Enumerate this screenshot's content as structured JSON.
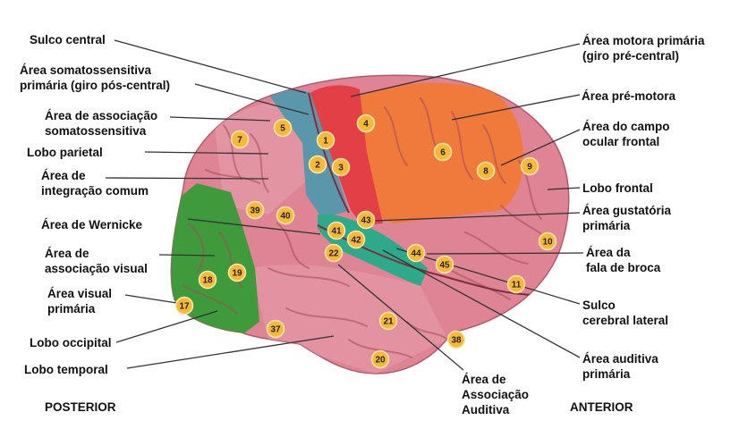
{
  "labels_left": [
    {
      "id": "sulco-central",
      "lines": [
        "Sulco central"
      ]
    },
    {
      "id": "somatossensitiva",
      "lines": [
        "Área somatossensitiva",
        "primária (giro pós-central)"
      ]
    },
    {
      "id": "assoc-somatossensitiva",
      "lines": [
        "Área de associação",
        "somatossensitiva"
      ]
    },
    {
      "id": "lobo-parietal",
      "lines": [
        "Lobo parietal"
      ]
    },
    {
      "id": "integracao-comum",
      "lines": [
        "Área de",
        "integração comum"
      ]
    },
    {
      "id": "wernicke",
      "lines": [
        "Área de Wernicke"
      ]
    },
    {
      "id": "assoc-visual",
      "lines": [
        "Área de",
        "associação visual"
      ]
    },
    {
      "id": "visual-primaria",
      "lines": [
        "Área visual",
        "primária"
      ]
    },
    {
      "id": "lobo-occipital",
      "lines": [
        "Lobo occipital"
      ]
    },
    {
      "id": "lobo-temporal",
      "lines": [
        "Lobo temporal"
      ]
    }
  ],
  "labels_right": [
    {
      "id": "motora-primaria",
      "lines": [
        "Área motora primária",
        "(giro pré-central)"
      ]
    },
    {
      "id": "pre-motora",
      "lines": [
        "Área pré-motora"
      ]
    },
    {
      "id": "campo-ocular",
      "lines": [
        "Área do campo",
        "ocular frontal"
      ]
    },
    {
      "id": "lobo-frontal",
      "lines": [
        "Lobo frontal"
      ]
    },
    {
      "id": "gustatoria",
      "lines": [
        "Área gustatória",
        "primária"
      ]
    },
    {
      "id": "fala-broca",
      "lines": [
        "Área da",
        "fala de broca"
      ]
    },
    {
      "id": "sulco-lateral",
      "lines": [
        "Sulco",
        "cerebral lateral"
      ]
    },
    {
      "id": "auditiva-primaria",
      "lines": [
        "Área auditiva",
        "primária"
      ]
    }
  ],
  "labels_bottom": [
    {
      "id": "assoc-auditiva",
      "lines": [
        "Área de",
        "Associação",
        "Auditiva"
      ]
    },
    {
      "id": "posterior",
      "lines": [
        "POSTERIOR"
      ]
    },
    {
      "id": "anterior",
      "lines": [
        "ANTERIOR"
      ]
    }
  ],
  "brodmann_areas": [
    "1",
    "2",
    "3",
    "4",
    "5",
    "6",
    "7",
    "8",
    "9",
    "10",
    "11",
    "17",
    "18",
    "19",
    "20",
    "21",
    "22",
    "37",
    "38",
    "39",
    "40",
    "41",
    "42",
    "43",
    "44",
    "45"
  ],
  "colors": {
    "cortex_base": "#de8494",
    "cortex_light": "#e8a3ae",
    "motor_red": "#e33f46",
    "premotor_orange": "#f07a3c",
    "somatosensory_blue": "#5b97ab",
    "visual_green": "#3f9a3c",
    "auditory_teal": "#2ea98a",
    "marker_fill": "#f6b93a"
  }
}
